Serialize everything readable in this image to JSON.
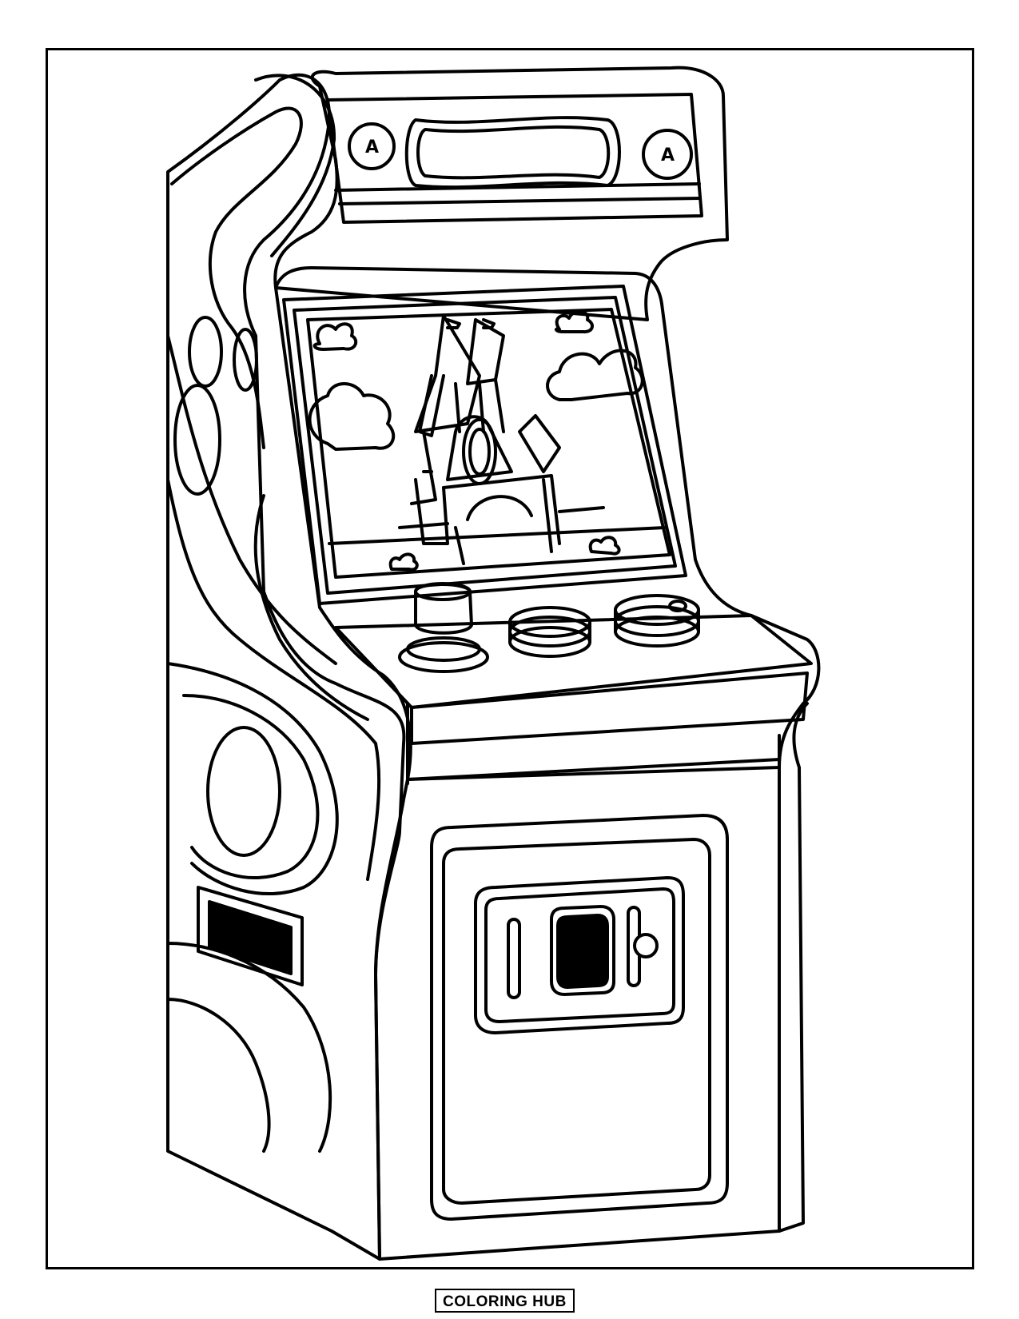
{
  "cabinet": {
    "marquee_left_letter": "A",
    "marquee_right_letter": "A"
  },
  "footer": {
    "brand": "COLORING HUB"
  },
  "icons": [
    "arcade-cabinet",
    "castle",
    "cloud",
    "arcade-button",
    "coin-slot",
    "speaker"
  ]
}
